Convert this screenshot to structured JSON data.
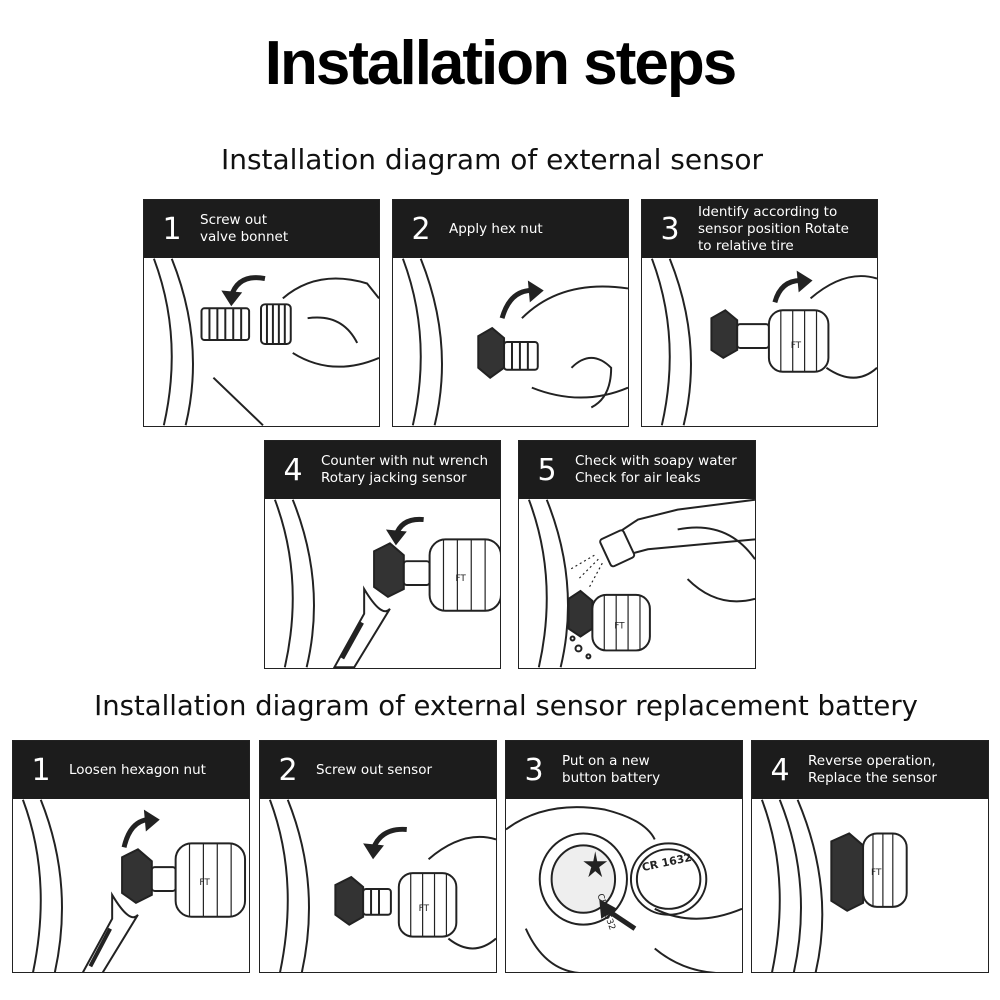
{
  "title": "Installation steps",
  "sections": [
    {
      "title": "Installation diagram of external sensor",
      "steps": [
        {
          "number": "1",
          "text": "Screw out\nvalve bonnet"
        },
        {
          "number": "2",
          "text": "Apply hex nut"
        },
        {
          "number": "3",
          "text": "Identify according to\nsensor position Rotate\nto relative tire"
        },
        {
          "number": "4",
          "text": "Counter with nut wrench\nRotary jacking sensor"
        },
        {
          "number": "5",
          "text": "Check with soapy water\nCheck for air leaks"
        }
      ]
    },
    {
      "title": "Installation diagram of external sensor replacement battery",
      "steps": [
        {
          "number": "1",
          "text": "Loosen hexagon nut"
        },
        {
          "number": "2",
          "text": "Screw out sensor"
        },
        {
          "number": "3",
          "text": "Put on a new\nbutton battery"
        },
        {
          "number": "4",
          "text": "Reverse operation,\nReplace the sensor"
        }
      ]
    }
  ],
  "art": {
    "sensor_label": "FT",
    "battery_label": "CR 1632",
    "battery_label_flipped": "CR 1632"
  },
  "colors": {
    "header_bg": "#1c1c1c",
    "header_text": "#ffffff",
    "line": "#222222"
  }
}
